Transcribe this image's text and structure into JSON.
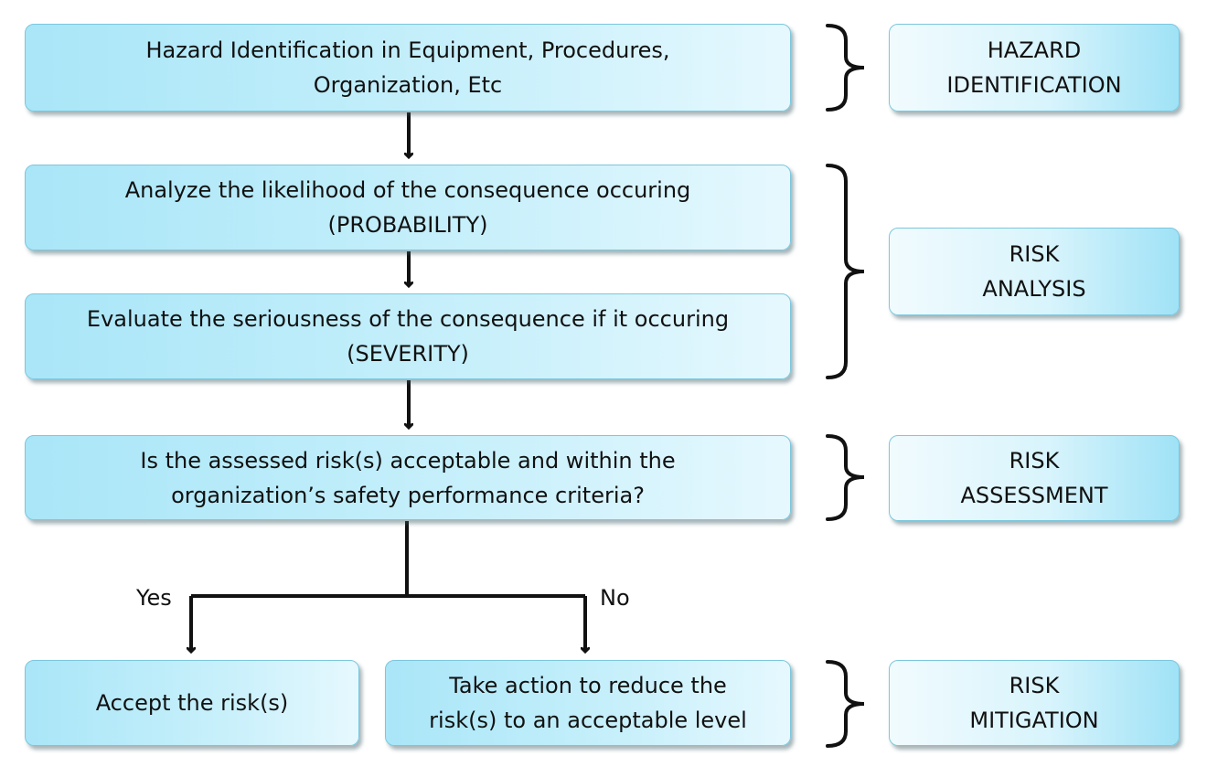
{
  "steps": {
    "hazard_identification": [
      "Hazard Identification in Equipment, Procedures,",
      "Organization, Etc"
    ],
    "probability": [
      "Analyze the likelihood of the consequence occuring",
      "(PROBABILITY)"
    ],
    "severity": [
      "Evaluate the seriousness of the consequence if it occuring",
      "(SEVERITY)"
    ],
    "assessment_question": [
      "Is the assessed risk(s) acceptable and within the",
      "organization’s safety performance criteria?"
    ],
    "accept": [
      "Accept the risk(s)"
    ],
    "reduce": [
      "Take action to reduce the",
      "risk(s) to an acceptable level"
    ]
  },
  "branches": {
    "yes": "Yes",
    "no": "No"
  },
  "phases": {
    "hazard_identification": [
      "HAZARD",
      "IDENTIFICATION"
    ],
    "risk_analysis": [
      "RISK",
      "ANALYSIS"
    ],
    "risk_assessment": [
      "RISK",
      "ASSESSMENT"
    ],
    "risk_mitigation": [
      "RISK",
      "MITIGATION"
    ]
  },
  "colors": {
    "box_light": "#e6f8fe",
    "box_dark": "#a9e6f8",
    "box_border": "#7cc7dd",
    "line": "#111111"
  }
}
